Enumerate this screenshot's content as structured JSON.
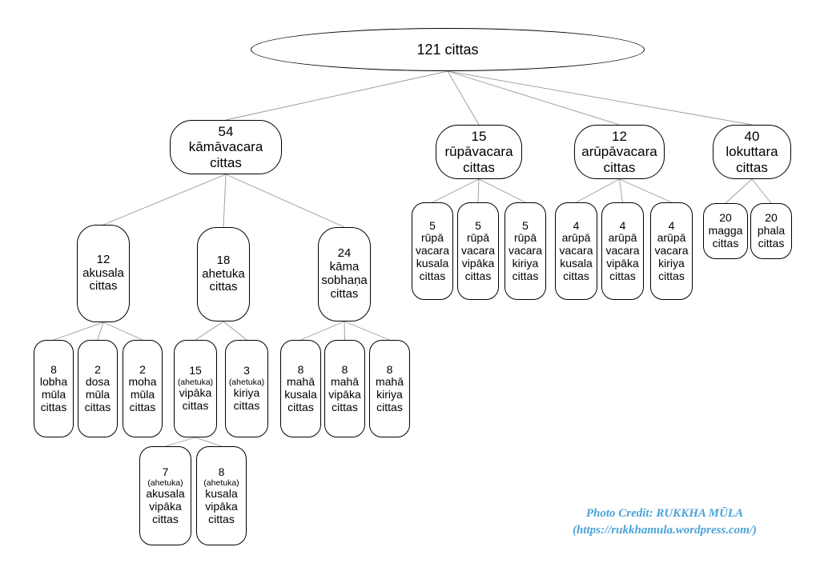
{
  "diagram": {
    "nodes": [
      {
        "id": "root",
        "lines": [
          "121 cittas"
        ]
      },
      {
        "id": "kama",
        "lines": [
          "54",
          "kāmāvacara",
          "cittas"
        ]
      },
      {
        "id": "rupa",
        "lines": [
          "15",
          "rūpāvacara",
          "cittas"
        ]
      },
      {
        "id": "arupa",
        "lines": [
          "12",
          "arūpāvacara",
          "cittas"
        ]
      },
      {
        "id": "loku",
        "lines": [
          "40",
          "lokuttara",
          "cittas"
        ]
      },
      {
        "id": "akus",
        "lines": [
          "12",
          "akusala",
          "cittas"
        ]
      },
      {
        "id": "ahet",
        "lines": [
          "18",
          "ahetuka",
          "cittas"
        ]
      },
      {
        "id": "sobh",
        "lines": [
          "24",
          "kāma",
          "sobhaṇa",
          "cittas"
        ]
      },
      {
        "id": "lobha",
        "lines": [
          "8",
          "lobha",
          "mūla",
          "cittas"
        ]
      },
      {
        "id": "dosa",
        "lines": [
          "2",
          "dosa",
          "mūla",
          "cittas"
        ]
      },
      {
        "id": "moha",
        "lines": [
          "2",
          "moha",
          "mūla",
          "cittas"
        ]
      },
      {
        "id": "ahvip",
        "lines": [
          "15",
          "(ahetuka)",
          "vipāka",
          "cittas"
        ]
      },
      {
        "id": "ahkir",
        "lines": [
          "3",
          "(ahetuka)",
          "kiriya",
          "cittas"
        ]
      },
      {
        "id": "mkus",
        "lines": [
          "8",
          "mahā",
          "kusala",
          "cittas"
        ]
      },
      {
        "id": "mvip",
        "lines": [
          "8",
          "mahā",
          "vipāka",
          "cittas"
        ]
      },
      {
        "id": "mkir",
        "lines": [
          "8",
          "mahā",
          "kiriya",
          "cittas"
        ]
      },
      {
        "id": "akvip",
        "lines": [
          "7",
          "(ahetuka)",
          "akusala",
          "vipāka",
          "cittas"
        ]
      },
      {
        "id": "kuvip",
        "lines": [
          "8",
          "(ahetuka)",
          "kusala",
          "vipāka",
          "cittas"
        ]
      },
      {
        "id": "rkus",
        "lines": [
          "5",
          "rūpā",
          "vacara",
          "kusala",
          "cittas"
        ]
      },
      {
        "id": "rvip",
        "lines": [
          "5",
          "rūpā",
          "vacara",
          "vipāka",
          "cittas"
        ]
      },
      {
        "id": "rkir",
        "lines": [
          "5",
          "rūpā",
          "vacara",
          "kiriya",
          "cittas"
        ]
      },
      {
        "id": "akus2",
        "lines": [
          "4",
          "arūpā",
          "vacara",
          "kusala",
          "cittas"
        ]
      },
      {
        "id": "avip",
        "lines": [
          "4",
          "arūpā",
          "vacara",
          "vipāka",
          "cittas"
        ]
      },
      {
        "id": "akir",
        "lines": [
          "4",
          "arūpā",
          "vacara",
          "kiriya",
          "cittas"
        ]
      },
      {
        "id": "magga",
        "lines": [
          "20",
          "magga",
          "cittas"
        ]
      },
      {
        "id": "phala",
        "lines": [
          "20",
          "phala",
          "cittas"
        ]
      }
    ],
    "edges": [
      [
        "root",
        "kama"
      ],
      [
        "root",
        "rupa"
      ],
      [
        "root",
        "arupa"
      ],
      [
        "root",
        "loku"
      ],
      [
        "kama",
        "akus"
      ],
      [
        "kama",
        "ahet"
      ],
      [
        "kama",
        "sobh"
      ],
      [
        "akus",
        "lobha"
      ],
      [
        "akus",
        "dosa"
      ],
      [
        "akus",
        "moha"
      ],
      [
        "ahet",
        "ahvip"
      ],
      [
        "ahet",
        "ahkir"
      ],
      [
        "sobh",
        "mkus"
      ],
      [
        "sobh",
        "mvip"
      ],
      [
        "sobh",
        "mkir"
      ],
      [
        "ahvip",
        "akvip"
      ],
      [
        "ahvip",
        "kuvip"
      ],
      [
        "rupa",
        "rkus"
      ],
      [
        "rupa",
        "rvip"
      ],
      [
        "rupa",
        "rkir"
      ],
      [
        "arupa",
        "akus2"
      ],
      [
        "arupa",
        "avip"
      ],
      [
        "arupa",
        "akir"
      ],
      [
        "loku",
        "magga"
      ],
      [
        "loku",
        "phala"
      ]
    ]
  },
  "credit": {
    "line1": "Photo Credit: RUKKHA MŪLA",
    "line2": "(https://rukkhamula.wordpress.com/)"
  }
}
